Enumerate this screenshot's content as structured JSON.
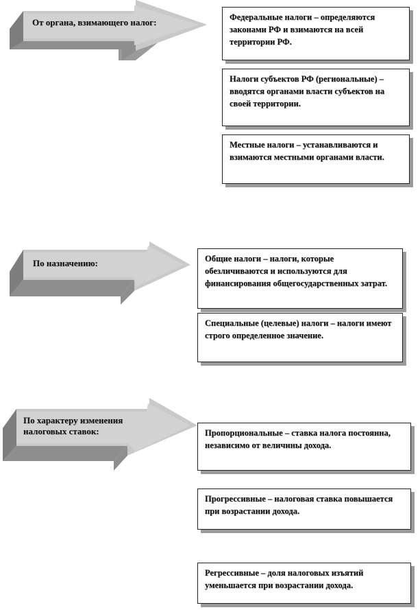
{
  "groups": [
    {
      "arrow_label": "От органа, взимающего  налог:",
      "boxes": [
        "Федеральные налоги – определяются законами РФ и взимаются на всей территории РФ.",
        "Налоги субъектов РФ (региональные) – вводятся органами власти субъектов  на своей территории.",
        "Местные налоги – устанавливаются и взимаются местными органами власти."
      ]
    },
    {
      "arrow_label": "По назначению:",
      "boxes": [
        "Общие налоги – налоги, которые обезличиваются и используются для финансирования общегосударственных затрат.",
        "Специальные (целевые) налоги – налоги имеют строго определенное значение."
      ]
    },
    {
      "arrow_label": "По характеру изменения налоговых ставок:",
      "boxes": [
        "Пропорциональные – ставка налога постоянна, независимо от величины дохода.",
        "Прогрессивные – налоговая ставка повышается при возрастании дохода.",
        "Регрессивные – доля налоговых изъятий уменьшается при возрастании дохода."
      ]
    }
  ]
}
